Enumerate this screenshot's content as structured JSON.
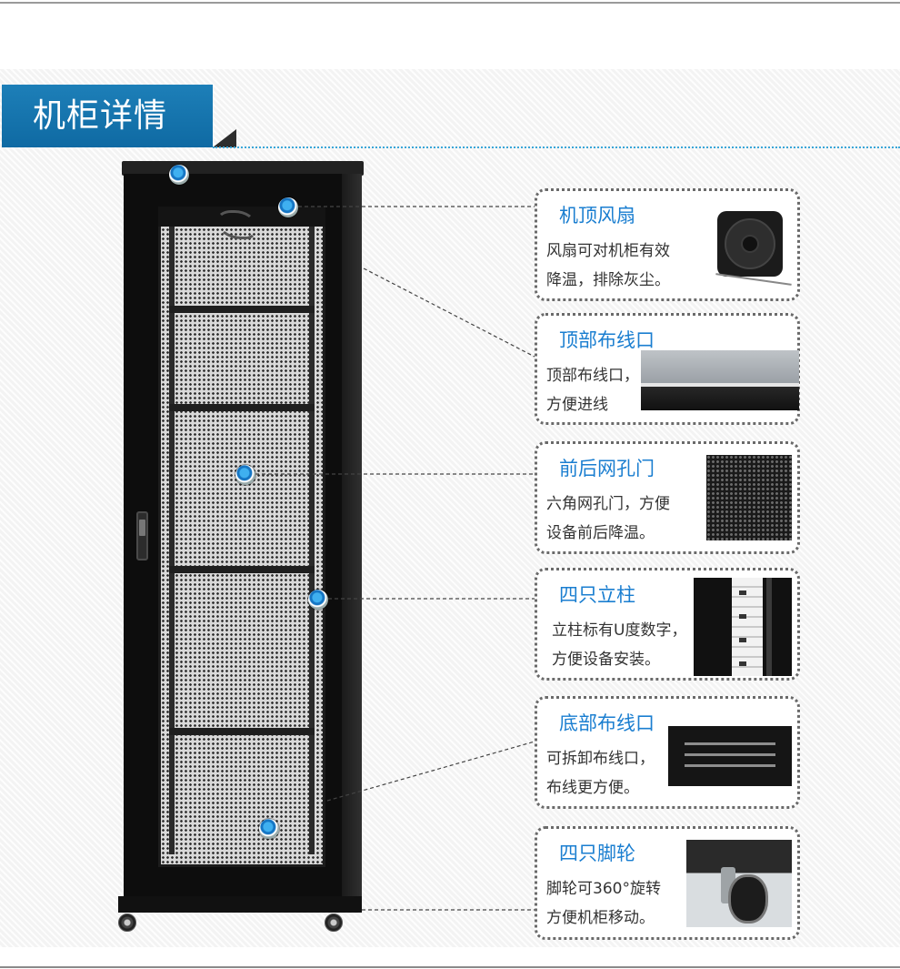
{
  "header": {
    "title": "机柜详情"
  },
  "features": [
    {
      "title": "机顶风扇",
      "desc": [
        "风扇可对机柜有效",
        "降温，排除灰尘。"
      ],
      "icon": "fan-image"
    },
    {
      "title": "顶部布线口",
      "desc": [
        "顶部布线口，",
        "方便进线"
      ],
      "icon": "top-cable-port-image"
    },
    {
      "title": "前后网孔门",
      "desc": [
        "六角网孔门，方便",
        "设备前后降温。"
      ],
      "icon": "hex-mesh-image"
    },
    {
      "title": "四只立柱",
      "desc": [
        "立柱标有U度数字，",
        "方便设备安装。"
      ],
      "icon": "rack-post-image"
    },
    {
      "title": "底部布线口",
      "desc": [
        "可拆卸布线口，",
        "布线更方便。"
      ],
      "icon": "bottom-cable-port-image"
    },
    {
      "title": "四只脚轮",
      "desc": [
        "脚轮可360°旋转",
        "方便机柜移动。"
      ],
      "icon": "caster-wheel-image"
    }
  ],
  "colors": {
    "accent": "#1a7ed0",
    "banner": "#1174ad",
    "card_border": "#6a6a6a",
    "text": "#333333"
  }
}
